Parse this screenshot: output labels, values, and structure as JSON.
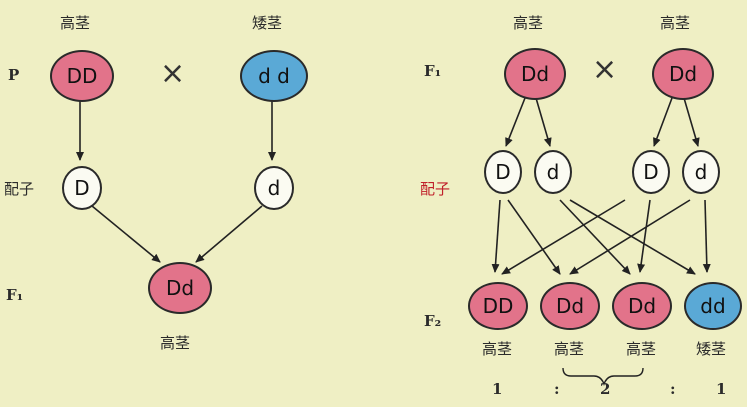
{
  "left": {
    "p_label": "P",
    "gamete_label": "配子",
    "f1_label": "F₁",
    "tall_label": "高茎",
    "short_label": "矮茎",
    "parent1": "DD",
    "parent2": "d d",
    "cross_symbol": "×",
    "gamete1": "D",
    "gamete2": "d",
    "offspring": "Dd",
    "offspring_label": "高茎"
  },
  "right": {
    "f1_label": "F₁",
    "gamete_label": "配子",
    "f2_label": "F₂",
    "parent_label_1": "高茎",
    "parent_label_2": "高茎",
    "parent1": "Dd",
    "parent2": "Dd",
    "cross_symbol": "×",
    "gametes": [
      "D",
      "d",
      "D",
      "d"
    ],
    "offspring": [
      "DD",
      "Dd",
      "Dd",
      "dd"
    ],
    "offspring_labels": [
      "高茎",
      "高茎",
      "高茎",
      "矮茎"
    ],
    "ratio": [
      "1",
      ":",
      "2",
      ":",
      "1"
    ]
  },
  "colors": {
    "pink": "#e2738a",
    "blue": "#5aa9d6",
    "white": "#fbfbf2",
    "background": "#efefc4"
  }
}
